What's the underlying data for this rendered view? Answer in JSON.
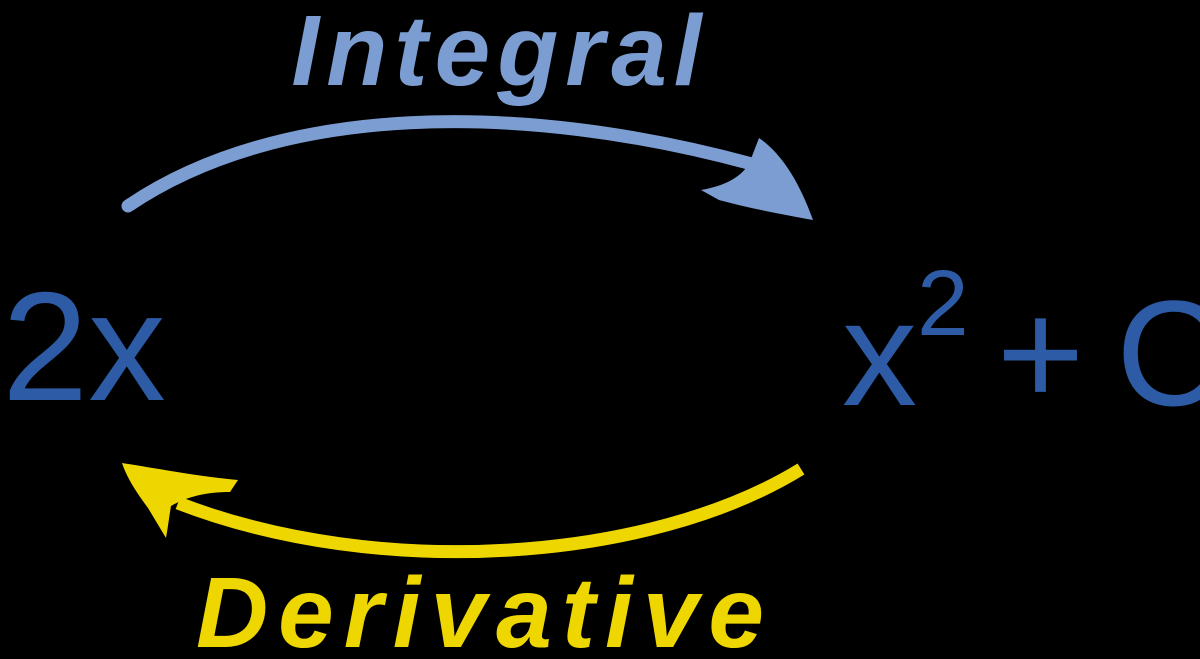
{
  "diagram": {
    "title": "derivative-integral-cycle",
    "background_color": "#000000",
    "top_label": {
      "text": "Integral",
      "color": "#7b9dd1"
    },
    "bottom_label": {
      "text": "Derivative",
      "color": "#eed600"
    },
    "left_term": {
      "text": "2x",
      "color": "#2d5ba5"
    },
    "right_term": {
      "base": "x",
      "superscript": "2",
      "suffix": "+ C",
      "color": "#2d5ba5"
    },
    "arrows": [
      {
        "name": "integral-arrow",
        "label": "Integral",
        "direction": "left-to-right",
        "color": "#7b9dd1"
      },
      {
        "name": "derivative-arrow",
        "label": "Derivative",
        "direction": "right-to-left",
        "color": "#eed600"
      }
    ]
  }
}
